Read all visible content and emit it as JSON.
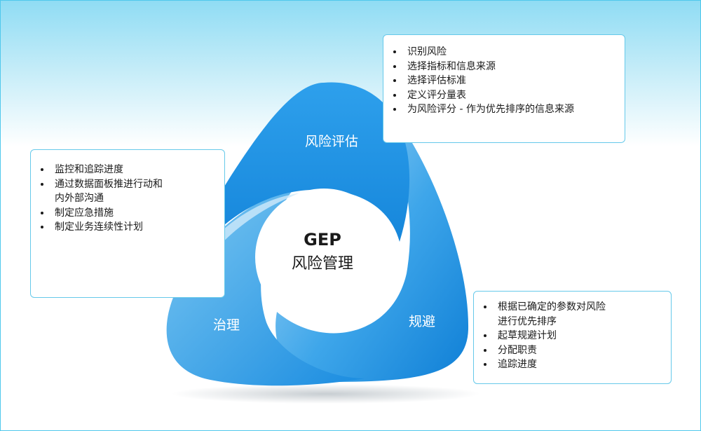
{
  "diagram": {
    "center_title": "GEP",
    "center_subtitle": "风险管理",
    "segments": {
      "assess": "风险评估",
      "avoid": "规避",
      "govern": "治理"
    }
  },
  "boxes": {
    "assess": {
      "items": [
        "识别风险",
        "选择指标和信息来源",
        "选择评估标准",
        "定义评分量表",
        "为风险评分 - 作为优先排序的信息来源"
      ]
    },
    "govern": {
      "items": [
        "监控和追踪进度",
        "通过数据面板推进行动和\n内外部沟通",
        "制定应急措施",
        "制定业务连续性计划"
      ]
    },
    "avoid": {
      "items": [
        "根据已确定的参数对风险\n进行优先排序",
        "起草规避计划",
        "分配职责",
        "追踪进度"
      ]
    }
  },
  "colors": {
    "primary_blue": "#1e8fe0",
    "light_blue": "#8fd0f2",
    "border": "#66c9ea",
    "text": "#1a1a1a"
  }
}
